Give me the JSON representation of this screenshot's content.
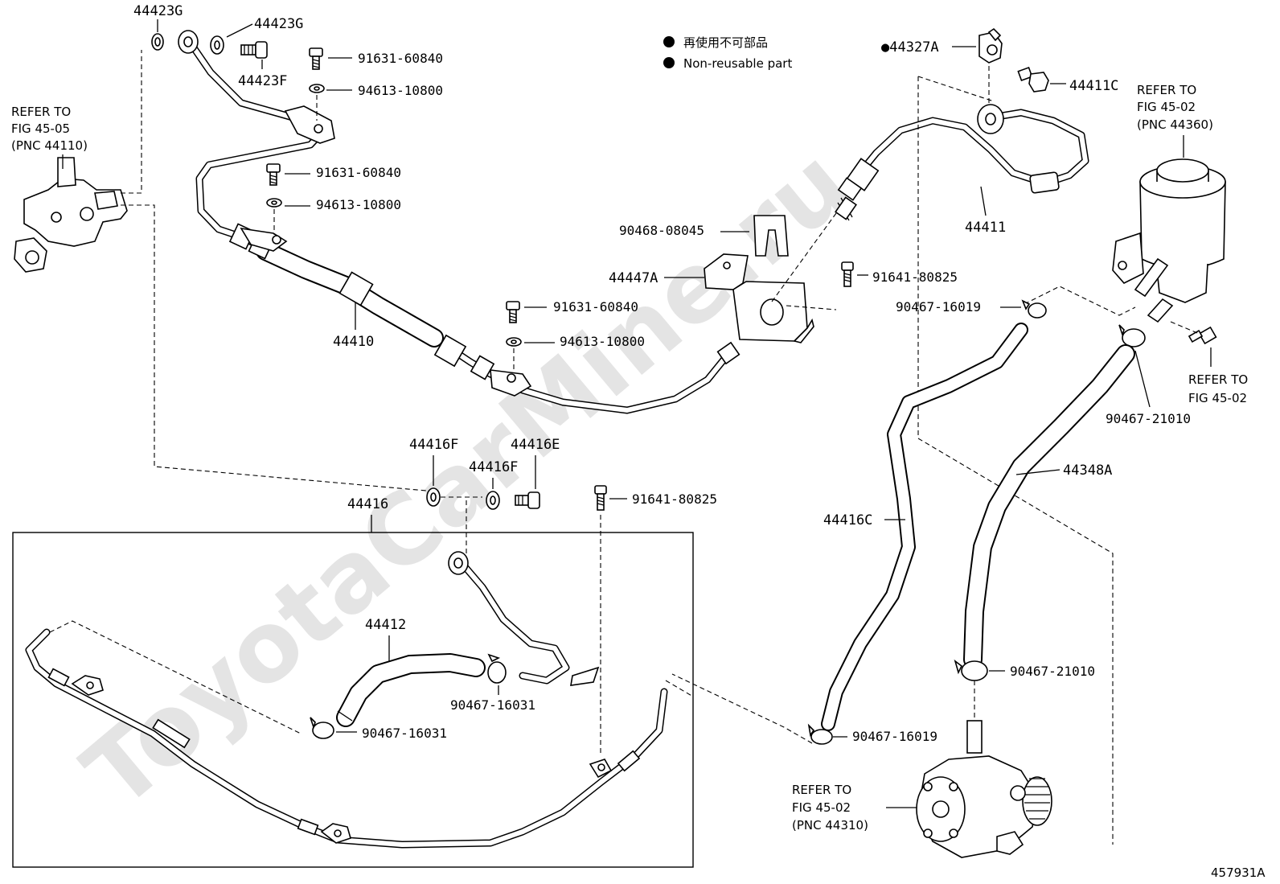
{
  "watermark": "ToyotaCarMine.ru",
  "figure_id": "457931A",
  "legend": {
    "line_jp": "再使用不可部品",
    "line_en": "Non-reusable part",
    "marker": "●"
  },
  "refs": {
    "r1": [
      "REFER TO",
      "FIG 45-05",
      "(PNC 44110)"
    ],
    "r2": [
      "REFER TO",
      "FIG 45-02",
      "(PNC 44360)"
    ],
    "r3": [
      "REFER TO",
      "FIG 45-02"
    ],
    "r4": [
      "REFER TO",
      "FIG 45-02",
      "(PNC 44310)"
    ]
  },
  "parts": {
    "p44423G_a": "44423G",
    "p44423G_b": "44423G",
    "p44423F": "44423F",
    "p91631_a": "91631-60840",
    "p94613_a": "94613-10800",
    "p91631_b": "91631-60840",
    "p94613_b": "94613-10800",
    "p91631_c": "91631-60840",
    "p94613_c": "94613-10800",
    "p44410": "44410",
    "p90468": "90468-08045",
    "p44447A": "44447A",
    "p91641_a": "91641-80825",
    "p44327A": "●44327A",
    "p44411C": "44411C",
    "p44411": "44411",
    "p90467_16019_a": "90467-16019",
    "p90467_21010_a": "90467-21010",
    "p44348A": "44348A",
    "p44416C": "44416C",
    "p90467_21010_b": "90467-21010",
    "p90467_16019_b": "90467-16019",
    "p44416F_a": "44416F",
    "p44416E": "44416E",
    "p44416F_b": "44416F",
    "p91641_b": "91641-80825",
    "p44416": "44416",
    "p44412": "44412",
    "p90467_16031_a": "90467-16031",
    "p90467_16031_b": "90467-16031"
  }
}
